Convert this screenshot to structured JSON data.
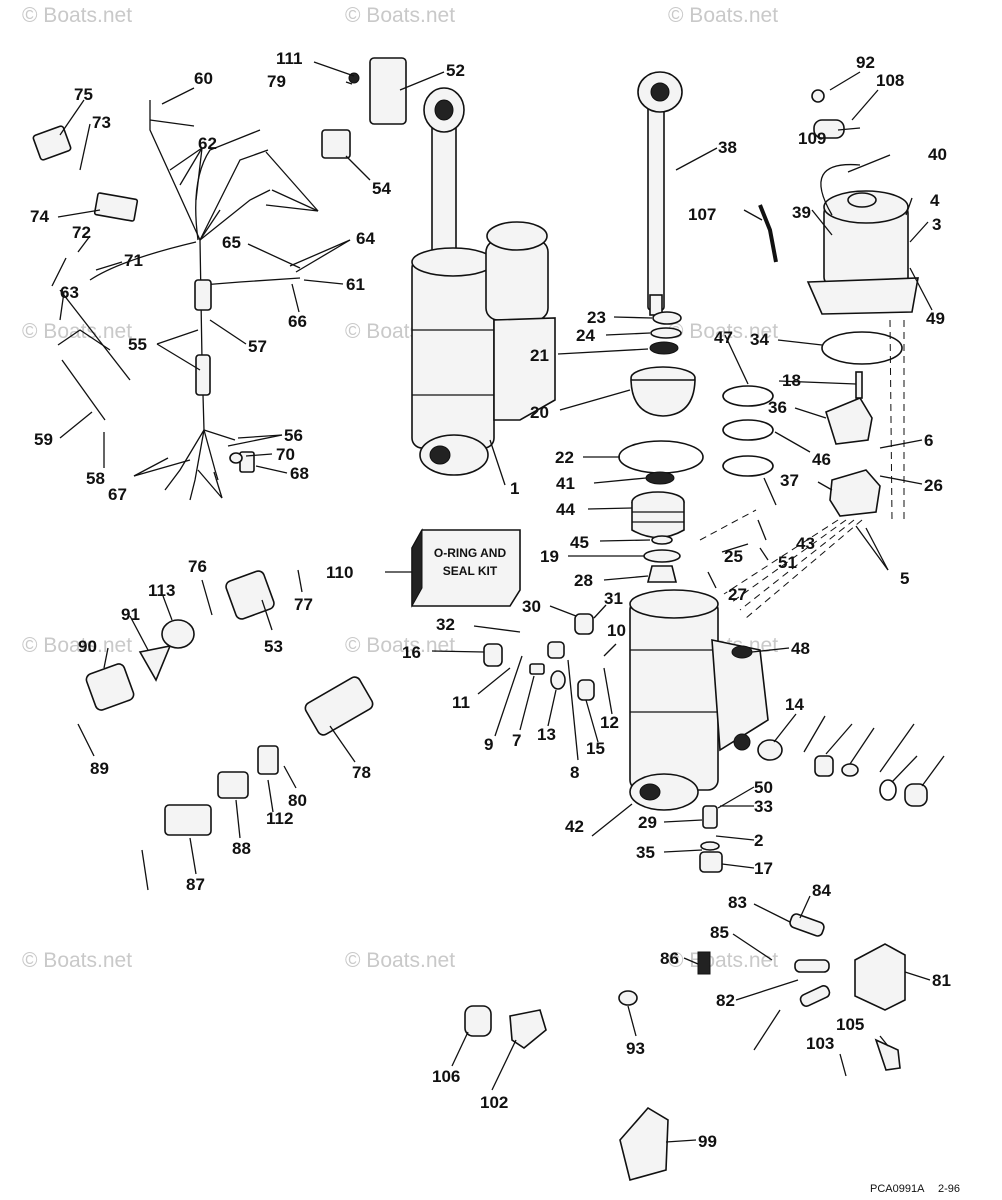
{
  "watermarks": [
    "© Boats.net"
  ],
  "kit_box": {
    "line1": "O-RING AND",
    "line2": "SEAL KIT"
  },
  "figure_code": "PCA0991A",
  "figure_date": "2-96",
  "callouts": [
    "1",
    "2",
    "3",
    "4",
    "5",
    "6",
    "7",
    "8",
    "9",
    "10",
    "11",
    "12",
    "13",
    "14",
    "15",
    "16",
    "17",
    "18",
    "19",
    "20",
    "21",
    "22",
    "23",
    "24",
    "25",
    "26",
    "27",
    "28",
    "29",
    "30",
    "31",
    "32",
    "33",
    "34",
    "35",
    "36",
    "37",
    "38",
    "39",
    "40",
    "41",
    "42",
    "43",
    "44",
    "45",
    "46",
    "47",
    "48",
    "49",
    "50",
    "51",
    "52",
    "53",
    "54",
    "55",
    "56",
    "57",
    "58",
    "59",
    "60",
    "61",
    "62",
    "63",
    "64",
    "65",
    "66",
    "67",
    "68",
    "70",
    "71",
    "72",
    "73",
    "74",
    "75",
    "76",
    "77",
    "78",
    "79",
    "80",
    "81",
    "82",
    "83",
    "84",
    "85",
    "86",
    "87",
    "88",
    "89",
    "90",
    "91",
    "92",
    "93",
    "99",
    "102",
    "103",
    "105",
    "106",
    "107",
    "108",
    "109",
    "110",
    "111",
    "112",
    "113"
  ]
}
